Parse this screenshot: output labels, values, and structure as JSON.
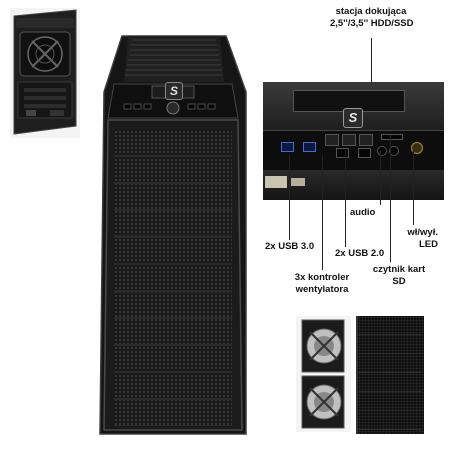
{
  "labels": {
    "dock_line1": "stacja dokująca",
    "dock_line2": "2,5''/3,5'' HDD/SSD",
    "audio": "audio",
    "power_line1": "wł/wył.",
    "power_line2": "LED",
    "usb3": "2x USB 3.0",
    "usb2": "2x USB 2.0",
    "fan_line1": "3x kontroler",
    "fan_line2": "wentylatora",
    "card_line1": "czytnik kart",
    "card_line2": "SD"
  },
  "logo_glyph": "S",
  "colors": {
    "case_body": "#1c1c1c",
    "case_edge": "#3a3a3a",
    "usb3_port": "#2a4fc0"
  }
}
